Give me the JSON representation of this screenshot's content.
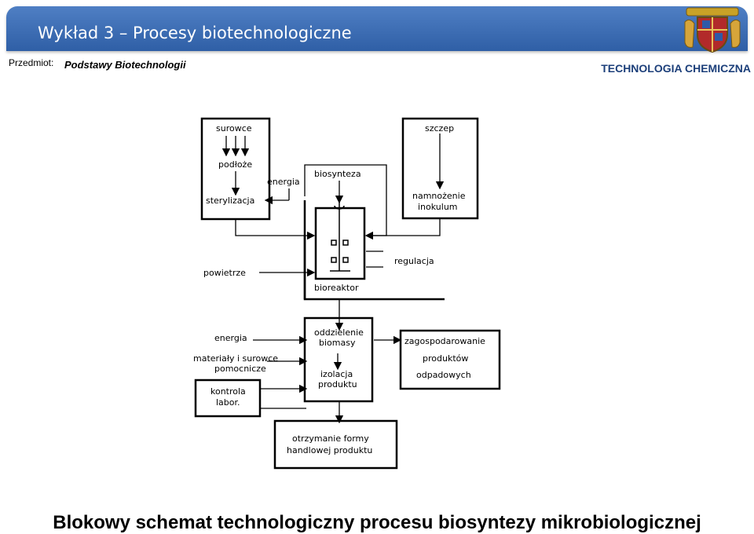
{
  "header": {
    "title": "Wykład 3 – Procesy biotechnologiczne",
    "subject_label": "Przedmiot:",
    "subject_value": "Podstawy Biotechnologii",
    "department": "TECHNOLOGIA CHEMICZNA",
    "color": "#3a6bb3"
  },
  "diagram": {
    "surowce": "surowce",
    "podloze": "podłoże",
    "energia_top": "energia",
    "sterylizacja": "sterylizacja",
    "biosynteza": "biosynteza",
    "szczep": "szczep",
    "namnozenie_1": "namnożenie",
    "namnozenie_2": "inokulum",
    "regulacja": "regulacja",
    "powietrze": "powietrze",
    "bioreaktor": "bioreaktor",
    "energia_bottom": "energia",
    "oddzielenie_1": "oddzielenie",
    "oddzielenie_2": "biomasy",
    "zago_1": "zagospodarowanie",
    "zago_2": "produktów",
    "zago_3": "odpadowych",
    "materialy_1": "materiały i surowce",
    "materialy_2": "pomocnicze",
    "izolacja_1": "izolacja",
    "izolacja_2": "produktu",
    "kontrola_1": "kontrola",
    "kontrola_2": "labor.",
    "otrzymanie_1": "otrzymanie formy",
    "otrzymanie_2": "handlowej produktu"
  },
  "caption": "Blokowy schemat technologiczny procesu biosyntezy mikrobiologicznej"
}
